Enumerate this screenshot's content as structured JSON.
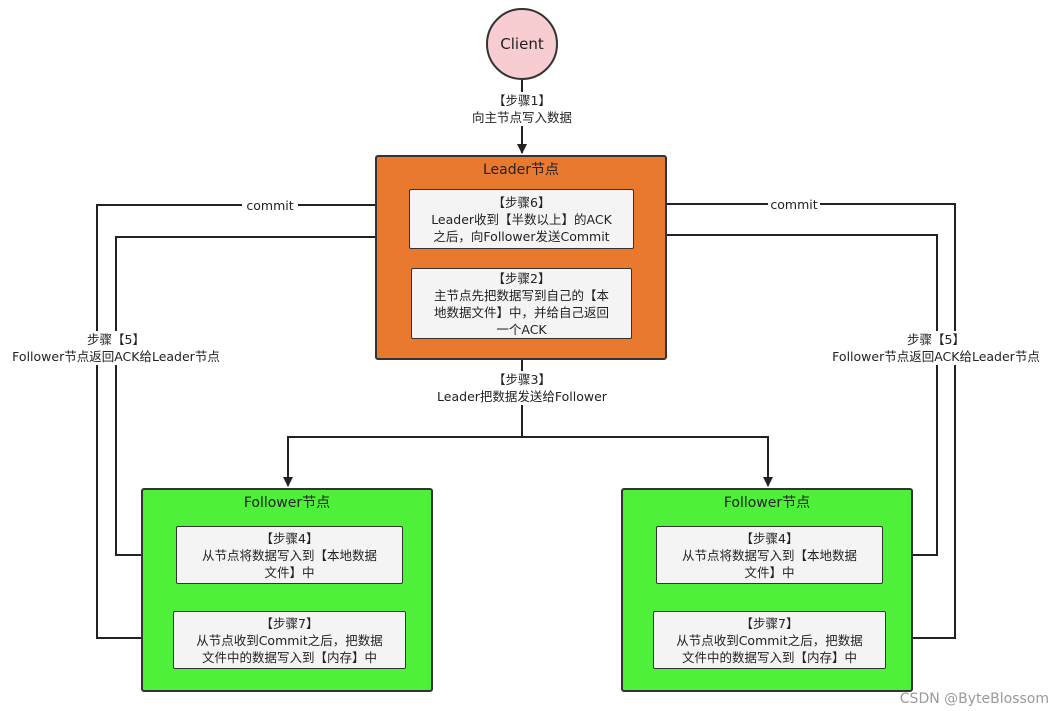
{
  "client": {
    "label": "Client"
  },
  "step1": {
    "title": "【步骤1】",
    "text": "向主节点写入数据"
  },
  "leader": {
    "title": "Leader节点",
    "step6": {
      "title": "【步骤6】",
      "line1": "Leader收到【半数以上】的ACK",
      "line2": "之后，向Follower发送Commit"
    },
    "step2": {
      "title": "【步骤2】",
      "line1": "主节点先把数据写到自己的【本",
      "line2": "地数据文件】中，并给自己返回",
      "line3": "一个ACK"
    }
  },
  "step3": {
    "title": "【步骤3】",
    "text": "Leader把数据发送给Follower"
  },
  "commit_left": "commit",
  "commit_right": "commit",
  "step5_left": {
    "title": "步骤【5】",
    "text": "Follower节点返回ACK给Leader节点"
  },
  "step5_right": {
    "title": "步骤【5】",
    "text": "Follower节点返回ACK给Leader节点"
  },
  "follower_left": {
    "title": "Follower节点",
    "step4": {
      "title": "【步骤4】",
      "line1": "从节点将数据写入到【本地数据",
      "line2": "文件】中"
    },
    "step7": {
      "title": "【步骤7】",
      "line1": "从节点收到Commit之后，把数据",
      "line2": "文件中的数据写入到【内存】中"
    }
  },
  "follower_right": {
    "title": "Follower节点",
    "step4": {
      "title": "【步骤4】",
      "line1": "从节点将数据写入到【本地数据",
      "line2": "文件】中"
    },
    "step7": {
      "title": "【步骤7】",
      "line1": "从节点收到Commit之后，把数据",
      "line2": "文件中的数据写入到【内存】中"
    }
  },
  "watermark": "CSDN @ByteBlossom",
  "colors": {
    "client": "#f8cdd2",
    "leader": "#e8792e",
    "follower": "#4ff03a",
    "box": "#f4f4f4"
  }
}
